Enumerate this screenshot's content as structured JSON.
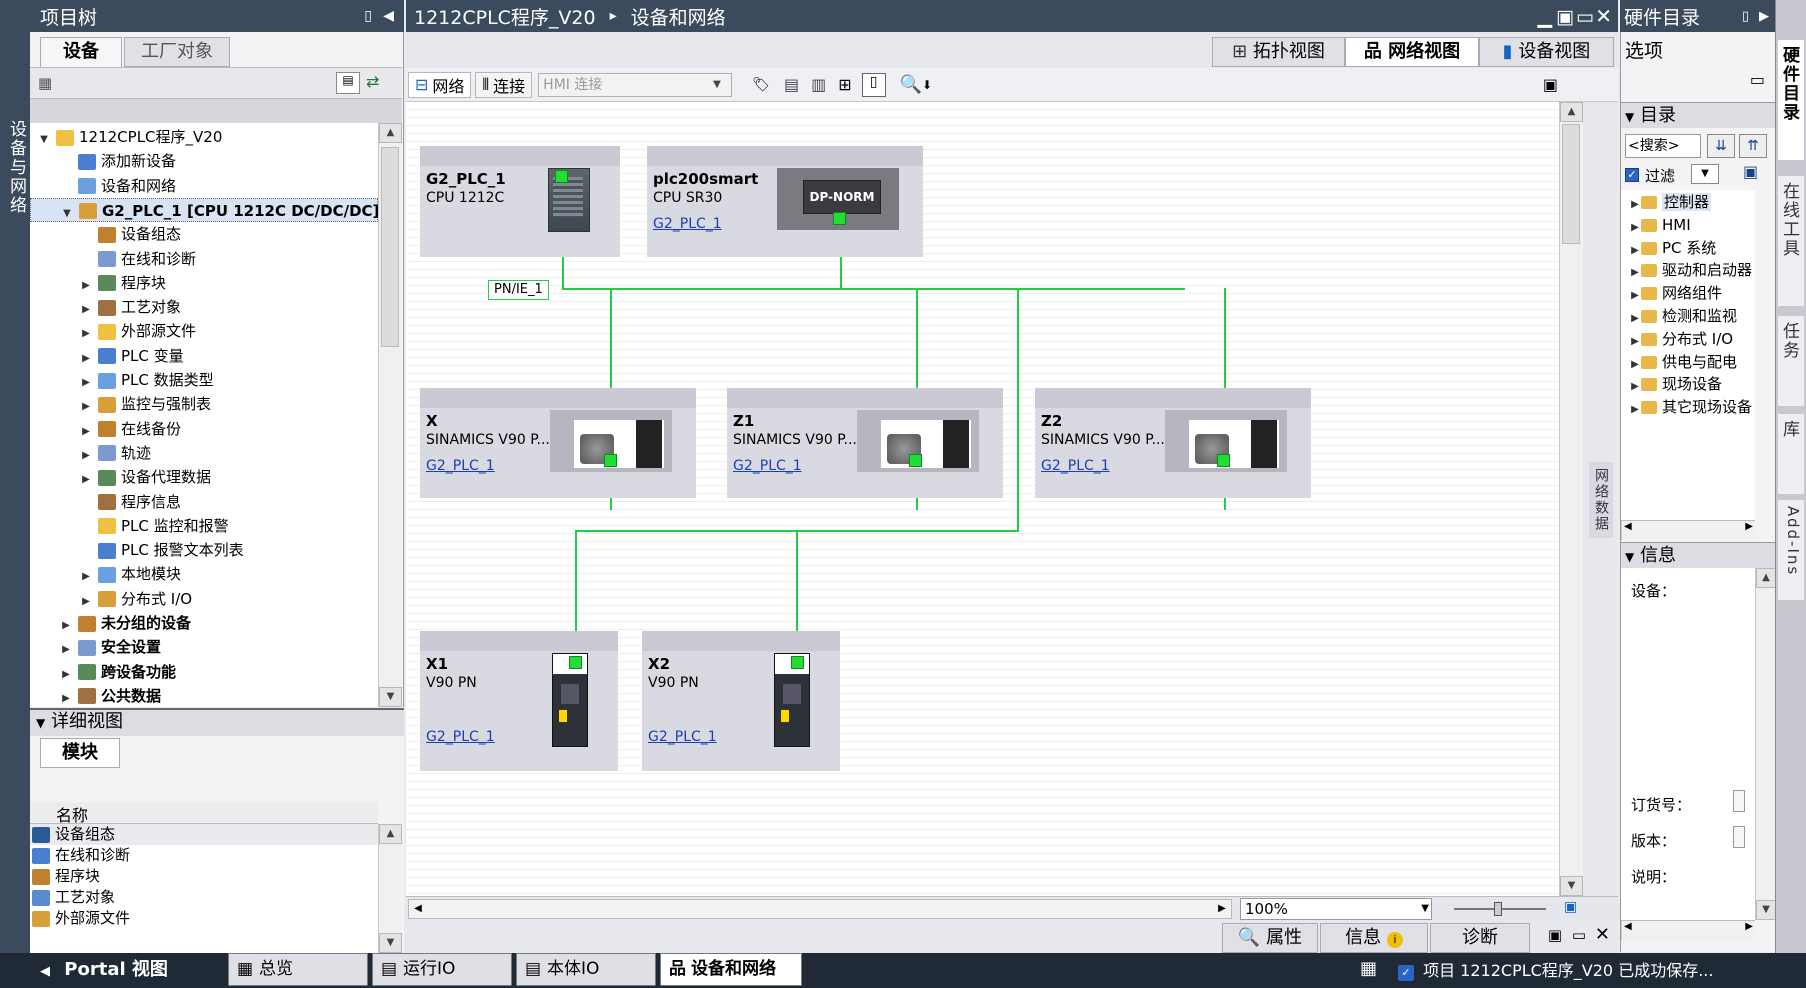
{
  "left_sidebar": {
    "vertical_tab": "设备与网络"
  },
  "project_tree": {
    "title": "项目树",
    "tabs": [
      "设备",
      "工厂对象"
    ],
    "items": [
      {
        "label": "1212CPLC程序_V20",
        "level": 0,
        "arrow": "▼"
      },
      {
        "label": "添加新设备",
        "level": 1,
        "arrow": ""
      },
      {
        "label": "设备和网络",
        "level": 1,
        "arrow": ""
      },
      {
        "label": "G2_PLC_1 [CPU 1212C DC/DC/DC]",
        "level": 1,
        "arrow": "▼"
      },
      {
        "label": "设备组态",
        "level": 2,
        "arrow": ""
      },
      {
        "label": "在线和诊断",
        "level": 2,
        "arrow": ""
      },
      {
        "label": "程序块",
        "level": 2,
        "arrow": "▶"
      },
      {
        "label": "工艺对象",
        "level": 2,
        "arrow": "▶"
      },
      {
        "label": "外部源文件",
        "level": 2,
        "arrow": "▶"
      },
      {
        "label": "PLC 变量",
        "level": 2,
        "arrow": "▶"
      },
      {
        "label": "PLC 数据类型",
        "level": 2,
        "arrow": "▶"
      },
      {
        "label": "监控与强制表",
        "level": 2,
        "arrow": "▶"
      },
      {
        "label": "在线备份",
        "level": 2,
        "arrow": "▶"
      },
      {
        "label": "轨迹",
        "level": 2,
        "arrow": "▶"
      },
      {
        "label": "设备代理数据",
        "level": 2,
        "arrow": "▶"
      },
      {
        "label": "程序信息",
        "level": 2,
        "arrow": ""
      },
      {
        "label": "PLC 监控和报警",
        "level": 2,
        "arrow": ""
      },
      {
        "label": "PLC 报警文本列表",
        "level": 2,
        "arrow": ""
      },
      {
        "label": "本地模块",
        "level": 2,
        "arrow": "▶"
      },
      {
        "label": "分布式 I/O",
        "level": 2,
        "arrow": "▶"
      },
      {
        "label": "未分组的设备",
        "level": 1,
        "arrow": "▶"
      },
      {
        "label": "安全设置",
        "level": 1,
        "arrow": "▶"
      },
      {
        "label": "跨设备功能",
        "level": 1,
        "arrow": "▶"
      },
      {
        "label": "公共数据",
        "level": 1,
        "arrow": "▶"
      }
    ]
  },
  "detail_view": {
    "title": "详细视图",
    "tab": "模块",
    "column": "名称",
    "items": [
      "设备组态",
      "在线和诊断",
      "程序块",
      "工艺对象",
      "外部源文件"
    ]
  },
  "editor": {
    "title": "1212CPLC程序_V20",
    "breadcrumb_sep": "▸",
    "subtitle": "设备和网络",
    "view_tabs": [
      "拓扑视图",
      "网络视图",
      "设备视图"
    ],
    "toolbar": {
      "network": "网络",
      "connect": "连接",
      "hmi_placeholder": "HMI 连接"
    },
    "network_label": "PN/IE_1",
    "zoom": "100%",
    "side_tab": "网络数据"
  },
  "devices": [
    {
      "name": "G2_PLC_1",
      "type": "CPU 1212C",
      "link": ""
    },
    {
      "name": "plc200smart",
      "type": "CPU SR30",
      "link": "G2_PLC_1",
      "module_label": "DP-NORM"
    },
    {
      "name": "X",
      "type": "SINAMICS V90 P...",
      "link": "G2_PLC_1"
    },
    {
      "name": "Z1",
      "type": "SINAMICS V90 P...",
      "link": "G2_PLC_1"
    },
    {
      "name": "Z2",
      "type": "SINAMICS V90 P...",
      "link": "G2_PLC_1"
    },
    {
      "name": "X1",
      "type": "V90 PN",
      "link": "G2_PLC_1"
    },
    {
      "name": "X2",
      "type": "V90 PN",
      "link": "G2_PLC_1"
    }
  ],
  "catalog": {
    "title": "硬件目录",
    "options": "选项",
    "section": "目录",
    "search": "<搜索>",
    "filter": "过滤",
    "items": [
      "控制器",
      "HMI",
      "PC 系统",
      "驱动和启动器",
      "网络组件",
      "检测和监视",
      "分布式 I/O",
      "供电与配电",
      "现场设备",
      "其它现场设备"
    ]
  },
  "info_panel": {
    "title": "信息",
    "device": "设备：",
    "order": "订货号：",
    "version": "版本：",
    "desc": "说明："
  },
  "right_vtabs": [
    "硬件目录",
    "在线工具",
    "任务",
    "库",
    "Add-Ins"
  ],
  "inspector_tabs": [
    "属性",
    "信息",
    "诊断"
  ],
  "taskbar": {
    "portal": "Portal 视图",
    "tabs": [
      "总览",
      "运行IO",
      "本体IO",
      "设备和网络"
    ],
    "status": "项目 1212CPLC程序_V20 已成功保存..."
  },
  "colors": {
    "titlebar": "#3b4a5c",
    "network_line": "#22cc44",
    "device_bg": "#d8d9e1",
    "link": "#1a3fb3"
  }
}
